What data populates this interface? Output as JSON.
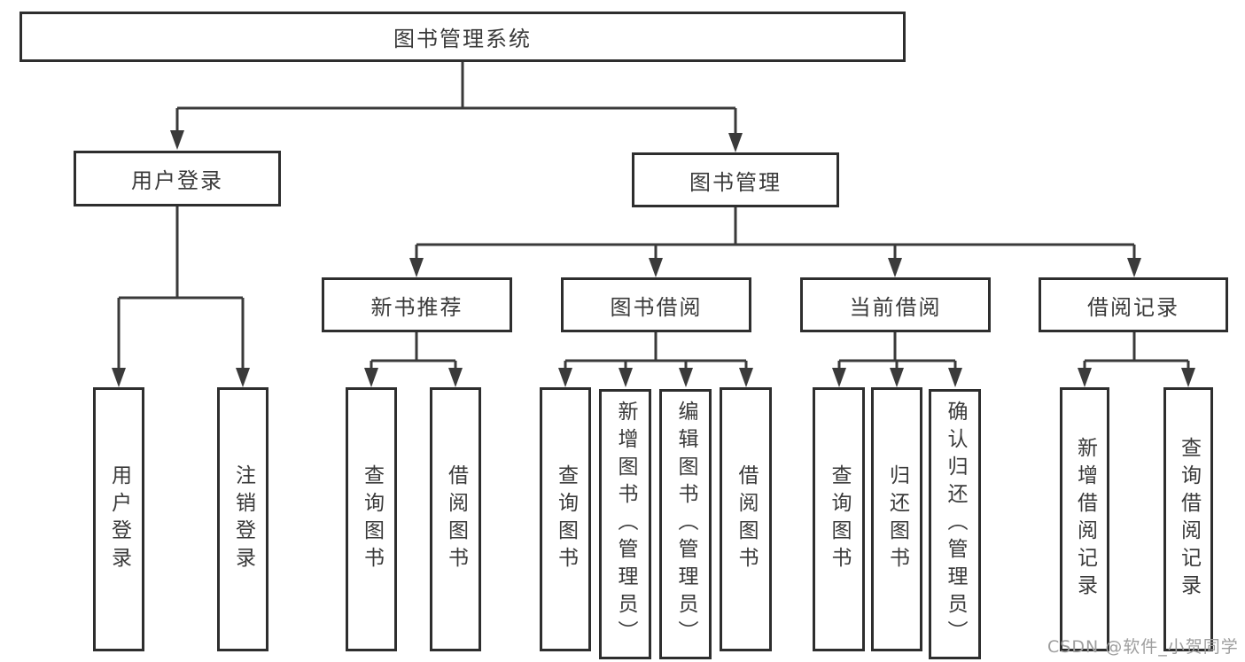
{
  "diagram": {
    "type": "tree",
    "root": {
      "label": "图书管理系统"
    },
    "branches": [
      {
        "label": "用户登录",
        "children": [
          {
            "label": "用户登录"
          },
          {
            "label": "注销登录"
          }
        ]
      },
      {
        "label": "图书管理",
        "children": [
          {
            "label": "新书推荐",
            "children": [
              {
                "label": "查询图书"
              },
              {
                "label": "借阅图书"
              }
            ]
          },
          {
            "label": "图书借阅",
            "children": [
              {
                "label": "查询图书"
              },
              {
                "label": "新增图书（管理员）"
              },
              {
                "label": "编辑图书（管理员）"
              },
              {
                "label": "借阅图书"
              }
            ]
          },
          {
            "label": "当前借阅",
            "children": [
              {
                "label": "查询图书"
              },
              {
                "label": "归还图书"
              },
              {
                "label": "确认归还（管理员）"
              }
            ]
          },
          {
            "label": "借阅记录",
            "children": [
              {
                "label": "新增借阅记录"
              },
              {
                "label": "查询借阅记录"
              }
            ]
          }
        ]
      }
    ]
  },
  "watermark": {
    "text": "CSDN @软件_小贺同学",
    "color": "#9e9e9e"
  },
  "colors": {
    "background": "#ffffff",
    "line": "#3a3a3a",
    "box_border": "#2e2e2e",
    "text": "#3a3a3a"
  }
}
